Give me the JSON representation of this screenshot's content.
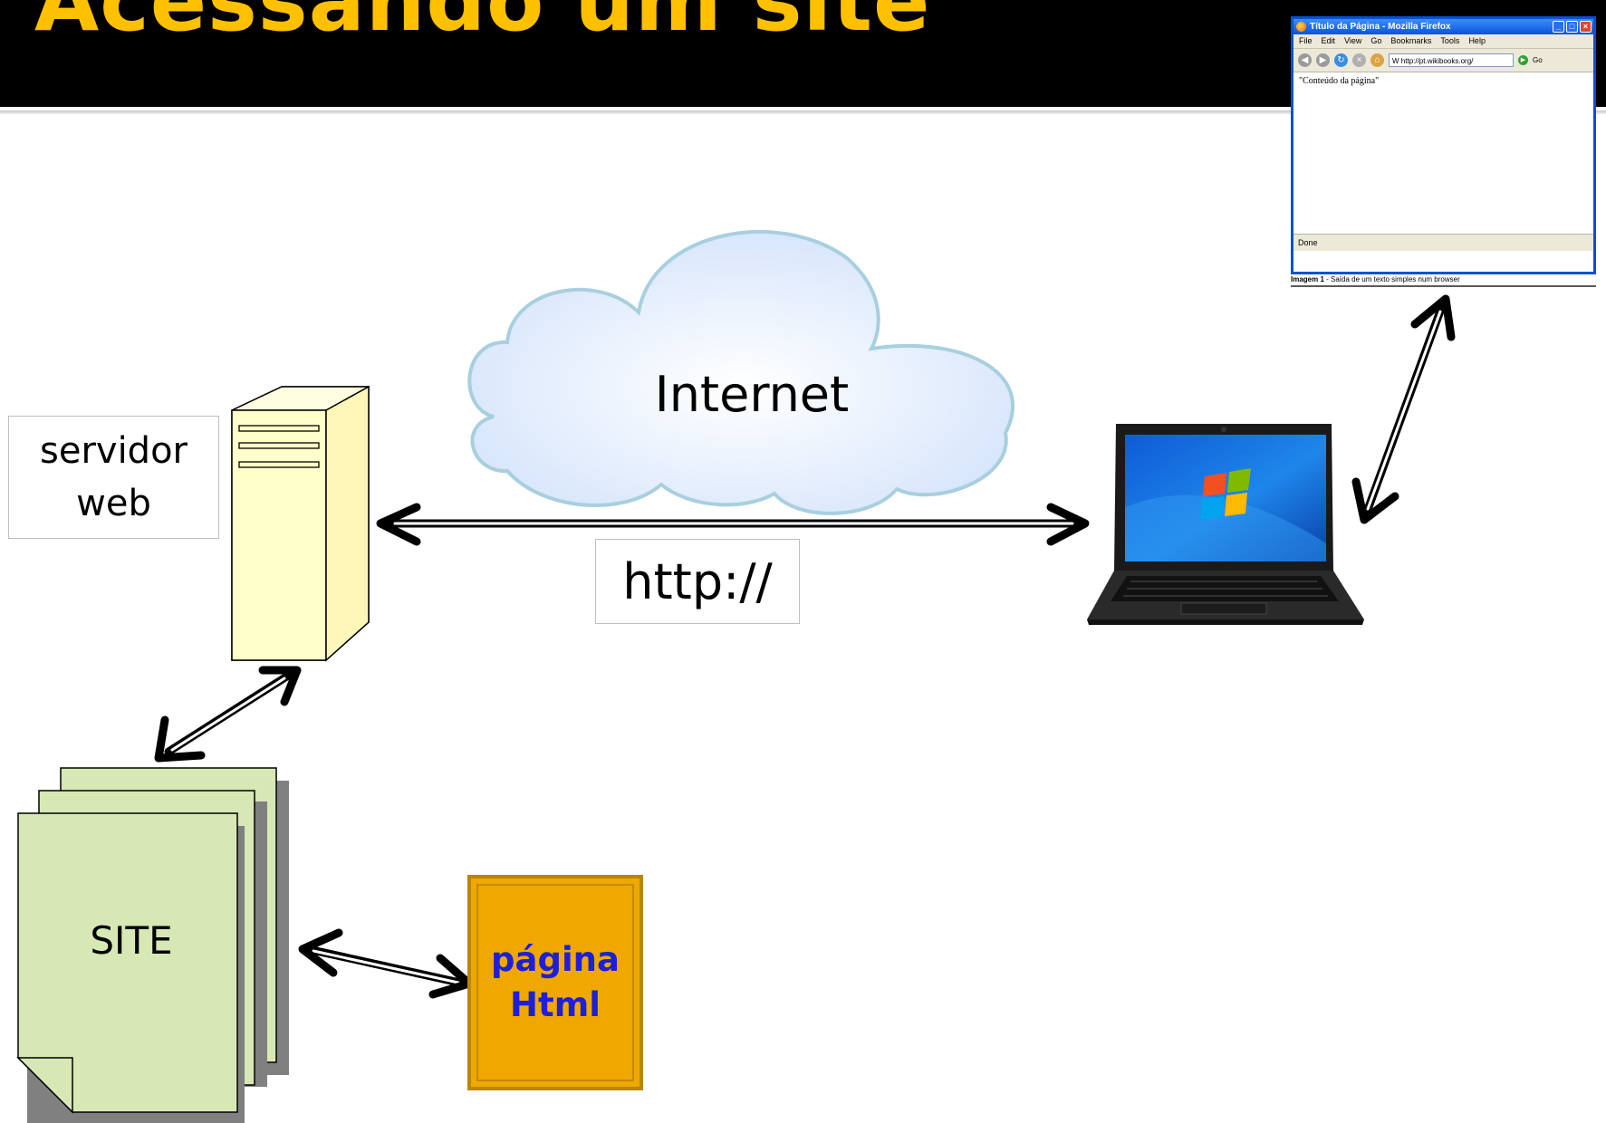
{
  "slide": {
    "title": "Acessando um site",
    "title_color": "#ffc000",
    "header_background": "#000000"
  },
  "diagram": {
    "server_label_line1": "servidor",
    "server_label_line2": "web",
    "cloud_label": "Internet",
    "protocol_label": "http://",
    "site_label": "SITE",
    "page_label_line1": "página",
    "page_label_line2": "Html",
    "page_label_color": "#1f1fd8",
    "page_fill": "#f0a800",
    "site_fill": "#d7e8b5",
    "server_fill": "#ffffcc",
    "cloud_fill": "#dce9fb",
    "cloud_outline": "#a8cfe0",
    "icons": [
      "server-tower-icon",
      "cloud-icon",
      "laptop-icon",
      "document-stack-icon",
      "html-page-icon",
      "windows-logo-icon"
    ]
  },
  "browser": {
    "window_title": "Título da Página - Mozilla Firefox",
    "menu": [
      "File",
      "Edit",
      "View",
      "Go",
      "Bookmarks",
      "Tools",
      "Help"
    ],
    "url": "http://pt.wikibooks.org/",
    "go_label": "Go",
    "url_prefix": "W",
    "content_text": "\"Conteúdo da página\"",
    "status_text": "Done",
    "caption_bold": "Imagem 1",
    "caption_rest": " - Saída de um texto simples num browser"
  }
}
